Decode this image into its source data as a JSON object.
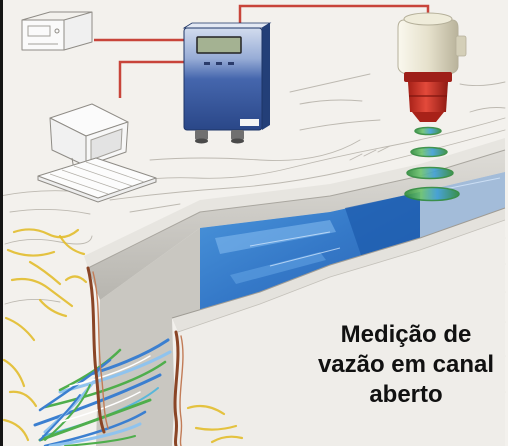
{
  "caption": {
    "lines": [
      "Medição de",
      "vazão em canal",
      "aberto"
    ]
  },
  "colors": {
    "transmitter": "#3d5ea6",
    "sensor_housing": "#e6e1cc",
    "sensor_body": "#d43a2a",
    "cable": "#c8443a",
    "water": "#3579c8",
    "ultrasonic_waves": "#3aa34a",
    "caption_text": "#111111"
  },
  "icons": {
    "transmitter": "transmitter-icon",
    "sensor": "ultrasonic-sensor-icon",
    "computer": "computer-icon",
    "recorder": "recorder-icon"
  }
}
